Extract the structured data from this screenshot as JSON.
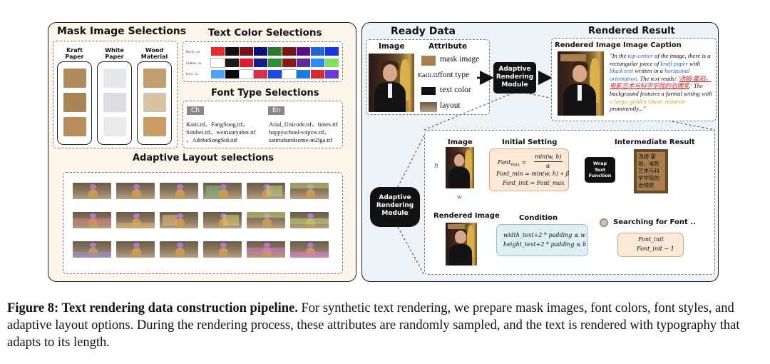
{
  "left": {
    "mask_title": "Mask Image Selections",
    "color_title": "Text Color Selections",
    "font_title": "Font Type Selections",
    "layout_title": "Adaptive Layout selections",
    "masks": [
      {
        "label": "Kraft Paper",
        "colors": [
          "#b08a5a",
          "#a98456",
          "#b98e5c"
        ]
      },
      {
        "label": "White Paper",
        "colors": [
          "#e6e7ea",
          "#dcdde1",
          "#e9eaec"
        ]
      },
      {
        "label": "Wood Material",
        "colors": [
          "#c29d6e",
          "#d8c3a4",
          "#c89c63"
        ]
      }
    ],
    "color_row_labels": [
      "Kaiti_xx",
      "Simhei_xx",
      "Lolo_xx"
    ],
    "color_rows": [
      [
        "#e8292e",
        "#101010",
        "#7a0f1c",
        "#0c0f7a",
        "#2b7a2b",
        "#7a1515",
        "#5a0f8a",
        "#1f63d8",
        "#1533e0"
      ],
      [
        "#ffffff",
        "#1a1a1a",
        "#e2182b",
        "#1a1a8a",
        "#2e8b36",
        "#8a1a1a",
        "#5e2a9a",
        "#2a8cf2",
        "#80e060"
      ],
      [
        "#4aa3ff",
        "#0a0a0a",
        "#ffffff",
        "#d8304a",
        "#1f4ae0",
        "#ffffff",
        "#1a7ae0",
        "#d82a2a",
        "#6a3ad8"
      ]
    ],
    "font_ch_tag": "Ch",
    "font_en_tag": "En",
    "font_ch": [
      "Kaiti.ttf、FangSong.ttf、",
      "Simhei.ttf、weiruanyahei.ttf",
      "、AdobeSongStd.otf"
    ],
    "font_en": [
      "Arial_Unicode.ttf、times.ttf",
      "happyschool-v4pzw.ttf、",
      "sattriahandsome-m2lga.ttf"
    ]
  },
  "right": {
    "ready_title": "Ready Data",
    "image_head": "Image",
    "attribute_head": "Attribute",
    "attrs": [
      {
        "prefix": "",
        "text": "mask image",
        "color": "#a8804e"
      },
      {
        "prefix": "Kaiti.ttf",
        "text": "font type",
        "color": ""
      },
      {
        "prefix": "",
        "text": "text color",
        "color": "#111111"
      },
      {
        "prefix": "",
        "text": "layout",
        "color": ""
      }
    ],
    "arm_label": [
      "Adaptive",
      "Rendering",
      "Module"
    ],
    "result_title": "Rendered Result",
    "rendered_image_head": "Rendered Image",
    "image_caption_head": "Image Caption",
    "caption_parts": [
      {
        "t": "\"In the ",
        "c": "#111"
      },
      {
        "t": "top-center",
        "c": "#2b5fd8"
      },
      {
        "t": " of the image, there is a rectangular piece of ",
        "c": "#111"
      },
      {
        "t": "kraft paper",
        "c": "#2b5fd8"
      },
      {
        "t": " with ",
        "c": "#111"
      },
      {
        "t": "black text",
        "c": "#2b5fd8"
      },
      {
        "t": " written in a ",
        "c": "#111"
      },
      {
        "t": "horizontal orientation",
        "c": "#2b5fd8"
      },
      {
        "t": ". The text reads: '",
        "c": "#111"
      },
      {
        "t": "汤姆·霍珀，电影艺术与科学学院的治理奖",
        "c": "#d81f1f"
      },
      {
        "t": ".' The background features a formal setting with ",
        "c": "#111"
      },
      {
        "t": "a large, golden Oscar statuette",
        "c": "#d4a017"
      },
      {
        "t": " prominently...\"",
        "c": "#111"
      }
    ]
  },
  "process": {
    "arm_label": [
      "Adaptive",
      "Rendering",
      "Module"
    ],
    "image_head": "Image",
    "h_label": "h",
    "w_label": "w",
    "initial_title": "Initial Setting",
    "f1_lhs": "Font",
    "f1_sub": "max",
    "f1_eq": "=",
    "f1_num": "min(w, h)",
    "f1_den": "α",
    "f2": "Font_min = min(w, h) ∗ β",
    "f3": "Font_init = Font_max",
    "wrap_label": [
      "Wrap",
      "Text",
      "Function"
    ],
    "intermediate_title": "Intermediate Result",
    "inter_text": "汤姆·霍珀，电影艺术与科学学院的治理奖",
    "searching": "Searching for Font ..",
    "s1": "Font_init",
    "s2": "Font_init − 1",
    "condition_title": "Condition",
    "c1": "width_text+2 * padding ≤ w",
    "c2": "height_text+2 * padding ≤ h",
    "rendered_image_head": "Rendered Image"
  },
  "caption": {
    "fig": "Figure 8: ",
    "title": "Text rendering data construction pipeline.",
    "body": " For synthetic text rendering, we prepare mask images, font colors, font styles, and adaptive layout options. During the rendering process, these attributes are randomly sampled, and the text is rendered with typography that adapts to its length."
  }
}
